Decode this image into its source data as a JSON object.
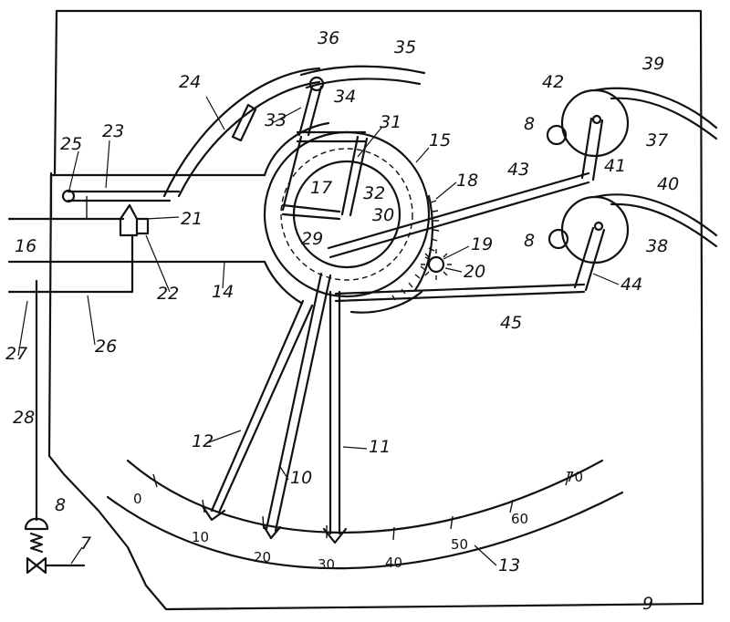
{
  "labels": {
    "l36": "36",
    "l35": "35",
    "l24": "24",
    "l34": "34",
    "l33": "33",
    "l31": "31",
    "l15": "15",
    "l25": "25",
    "l23": "23",
    "l17": "17",
    "l32": "32",
    "l30": "30",
    "l18": "18",
    "l43": "43",
    "l42": "42",
    "l39": "39",
    "l8a": "8",
    "l37": "37",
    "l41": "41",
    "l40": "40",
    "l21": "21",
    "l29": "29",
    "l19": "19",
    "l20": "20",
    "l16": "16",
    "l8b": "8",
    "l38": "38",
    "l22": "22",
    "l14": "14",
    "l44": "44",
    "l45": "45",
    "l27": "27",
    "l26": "26",
    "l28": "28",
    "l12": "12",
    "l11": "11",
    "l10": "10",
    "l8c": "8",
    "l7": "7",
    "l13": "13",
    "l9": "9"
  },
  "scale": {
    "marks": [
      "0",
      "10",
      "20",
      "30",
      "40",
      "50",
      "60",
      "70"
    ]
  }
}
